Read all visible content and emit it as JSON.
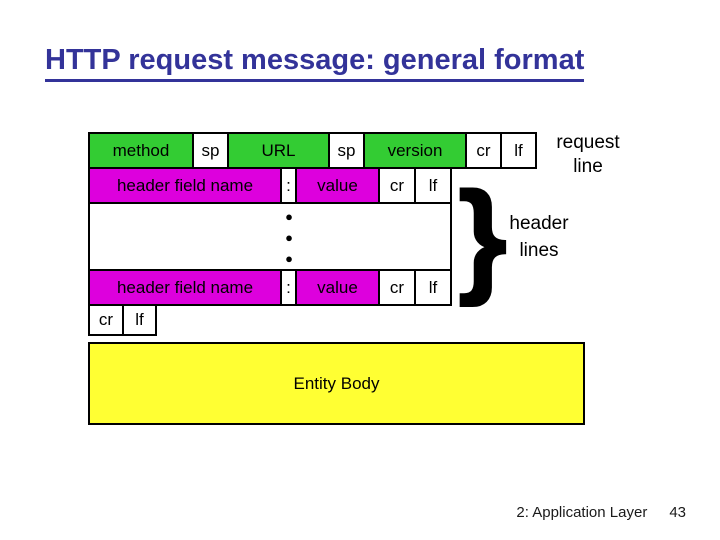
{
  "slide": {
    "title": "HTTP request message: general format",
    "footer": {
      "section_label": "2: Application Layer",
      "page_number": "43"
    }
  },
  "diagram": {
    "request_line": {
      "cells": [
        "method",
        "sp",
        "URL",
        "sp",
        "version",
        "cr",
        "lf"
      ],
      "label_lines": [
        "request",
        "line"
      ]
    },
    "header_rows": [
      {
        "cells": [
          "header field name",
          ":",
          "value",
          "cr",
          "lf"
        ]
      },
      {
        "cells": [
          "header field name",
          ":",
          "value",
          "cr",
          "lf"
        ]
      }
    ],
    "ellipsis_dots": [
      "●",
      "●",
      "●"
    ],
    "blank_line_cells": [
      "cr",
      "lf"
    ],
    "entity_body_label": "Entity Body",
    "brace_glyph": "}",
    "header_lines_label_lines": [
      "header",
      "lines"
    ]
  },
  "colors": {
    "title_text": "#333399",
    "box_green": "#33cc33",
    "box_magenta": "#dd00dd",
    "entity_yellow": "#ffff33",
    "box_border": "#000000",
    "background": "#ffffff"
  }
}
